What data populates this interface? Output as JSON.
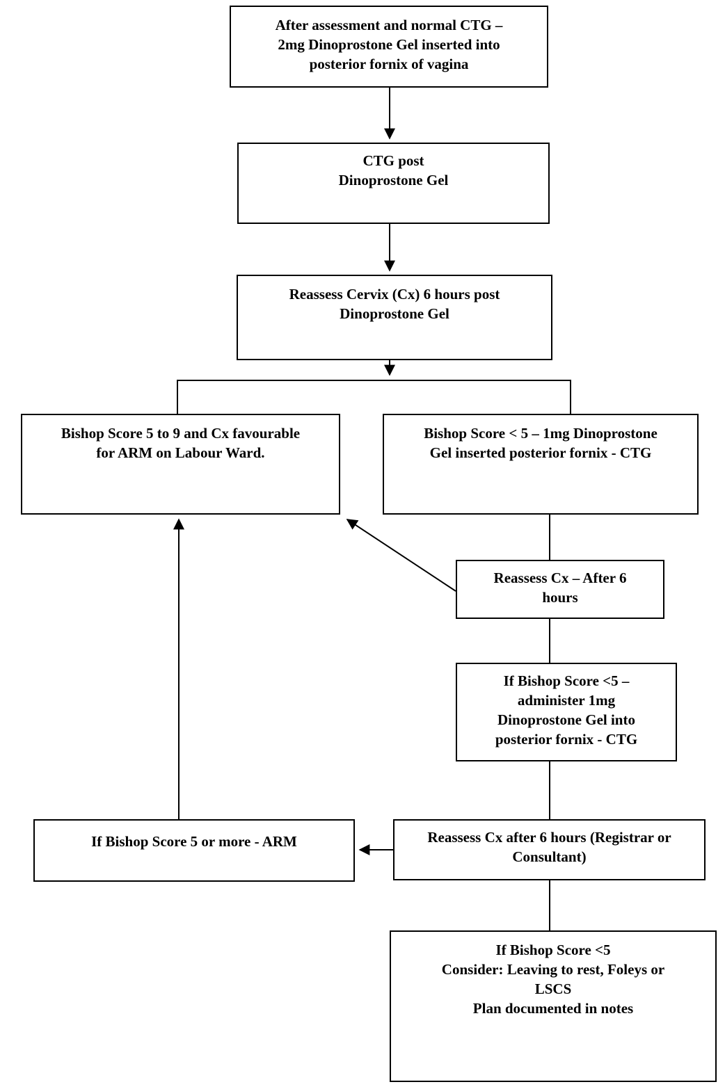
{
  "colors": {
    "line": "#000000",
    "border": "#000000",
    "text": "#000000",
    "background": "#ffffff"
  },
  "nodes": {
    "assessment_gel": {
      "text": "After assessment and normal CTG –\n2mg Dinoprostone Gel inserted into\nposterior fornix of vagina"
    },
    "ctg_post_gel": {
      "text": "CTG  post\nDinoprostone Gel"
    },
    "reassess_cervix_6h": {
      "text": "Reassess Cervix (Cx) 6 hours post\nDinoprostone Gel"
    },
    "bishop_5_to_9": {
      "text": "Bishop Score 5 to 9 and Cx favourable\nfor ARM on Labour Ward."
    },
    "bishop_lt5_1mg": {
      "text": "Bishop Score < 5 – 1mg Dinoprostone\nGel inserted posterior fornix - CTG"
    },
    "reassess_cx_after_6h": {
      "text": "Reassess Cx – After 6\nhours"
    },
    "if_lt5_administer_1mg": {
      "text": "If Bishop Score <5 –\nadminister 1mg\nDinoprostone Gel into\nposterior fornix - CTG"
    },
    "reassess_cx_registrar": {
      "text": "Reassess Cx after 6 hours (Registrar or\nConsultant)"
    },
    "bishop_5_or_more_arm": {
      "text": "If Bishop Score 5 or more - ARM"
    },
    "if_lt5_consider": {
      "text": "If Bishop Score <5\nConsider: Leaving to rest, Foleys or\nLSCS\nPlan documented in notes"
    }
  }
}
